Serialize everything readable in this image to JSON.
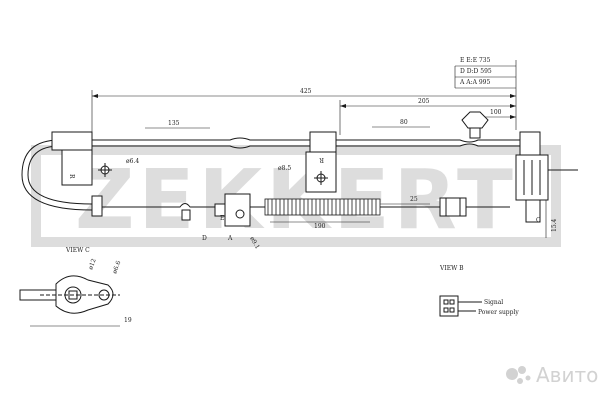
{
  "watermark": {
    "brand": "ZEKKERT",
    "color": "#d8d8d8"
  },
  "avito_watermark": {
    "text": "Авито",
    "color": "#d2d2d2"
  },
  "dimensions": {
    "total_425": "425",
    "d_205": "205",
    "d_100": "100",
    "d_135": "135",
    "d_80": "80",
    "d_190": "190",
    "d_25": "25",
    "d_19": "19",
    "d_15_4": "15.4",
    "d_6_4": "ø6.4",
    "d_8_5": "ø8.5",
    "d_12": "ø12",
    "d_6_6": "ø6.6",
    "d_9_1": "ø9.1"
  },
  "sections": {
    "e_e": "E E:E 735",
    "d_d": "D D:D 595",
    "a_a": "A A:A 995"
  },
  "markers": {
    "r_left": "R",
    "r_mid": "R",
    "c": "C",
    "e": "E",
    "d": "D",
    "a": "A"
  },
  "views": {
    "view_c": "VIEW C",
    "view_b": "VIEW B"
  },
  "legend": {
    "signal": "Signal",
    "power": "Power supply"
  },
  "colors": {
    "line": "#1a1a1a",
    "paper": "#ffffff"
  }
}
